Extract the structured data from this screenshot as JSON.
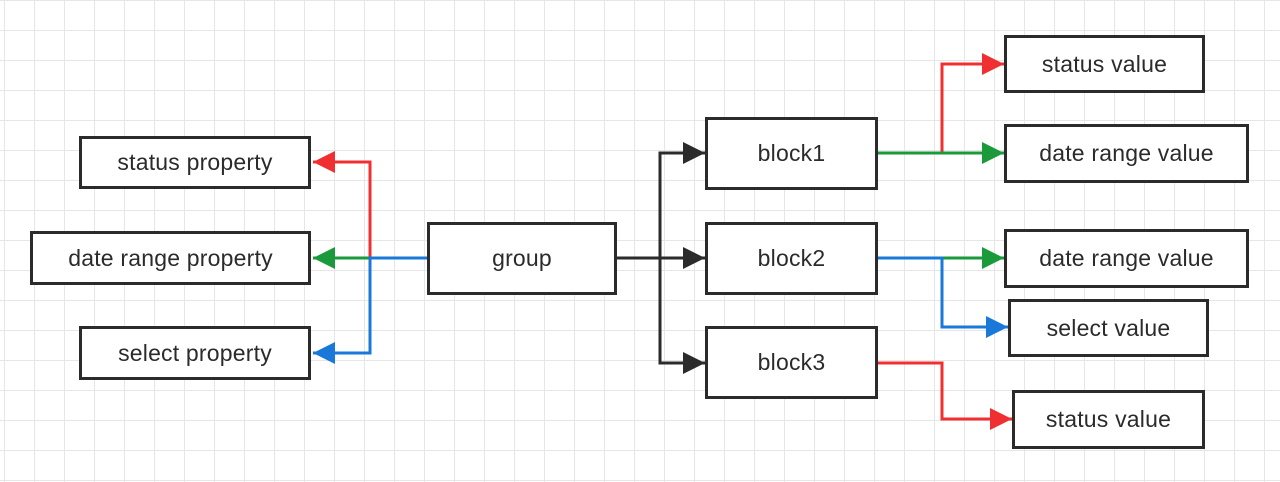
{
  "colors": {
    "box_border": "#2b2b2b",
    "link_black": "#2b2b2b",
    "link_red": "#f03030",
    "link_green": "#1a9a3a",
    "link_blue": "#1a78d8",
    "grid": "#e6e6e6"
  },
  "nodes": {
    "group": "group",
    "status_property": "status property",
    "date_range_property": "date range property",
    "select_property": "select property",
    "block1": "block1",
    "block2": "block2",
    "block3": "block3",
    "block1_status_value": "status value",
    "block1_date_range_value": "date range value",
    "block2_date_range_value": "date range value",
    "block2_select_value": "select value",
    "block3_status_value": "status value"
  },
  "links": [
    {
      "from": "group",
      "to": "status_property",
      "color": "red"
    },
    {
      "from": "group",
      "to": "date_range_property",
      "color": "green"
    },
    {
      "from": "group",
      "to": "select_property",
      "color": "blue"
    },
    {
      "from": "group",
      "to": "block1",
      "color": "black"
    },
    {
      "from": "group",
      "to": "block2",
      "color": "black"
    },
    {
      "from": "group",
      "to": "block3",
      "color": "black"
    },
    {
      "from": "block1",
      "to": "block1_status_value",
      "color": "red"
    },
    {
      "from": "block1",
      "to": "block1_date_range_value",
      "color": "green"
    },
    {
      "from": "block2",
      "to": "block2_date_range_value",
      "color": "green"
    },
    {
      "from": "block2",
      "to": "block2_select_value",
      "color": "blue"
    },
    {
      "from": "block3",
      "to": "block3_status_value",
      "color": "red"
    }
  ]
}
